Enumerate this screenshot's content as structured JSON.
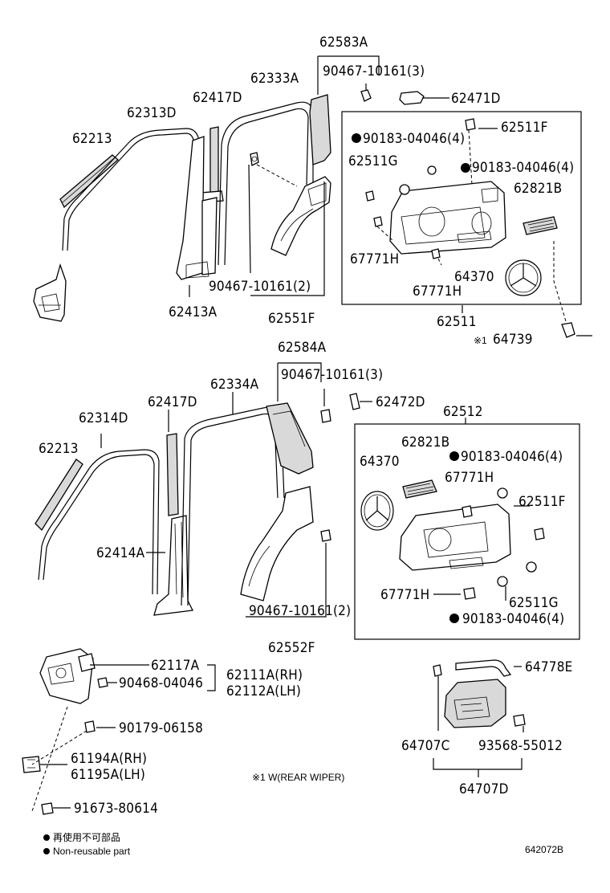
{
  "labels": {
    "p62583A": "62583A",
    "p90467_top": "90467-10161(3)",
    "p62333A": "62333A",
    "p62417D_top": "62417D",
    "p62313D": "62313D",
    "p62213_top": "62213",
    "p62471D": "62471D",
    "p90183_a": "90183-04046(4)",
    "p62511F_top": "62511F",
    "p62511G_top": "62511G",
    "p90183_b": "90183-04046(4)",
    "p62821B_top": "62821B",
    "p67771H_a": "67771H",
    "p64370_top": "64370",
    "p67771H_b": "67771H",
    "p90467_mid": "90467-10161(2)",
    "p62413A": "62413A",
    "p62551F": "62551F",
    "p62511": "62511",
    "p64739": "64739",
    "p62584A": "62584A",
    "p90467_mid2": "90467-10161(3)",
    "p62334A": "62334A",
    "p62417D_bot": "62417D",
    "p62472D": "62472D",
    "p62314D": "62314D",
    "p62512": "62512",
    "p62213_bot": "62213",
    "p62821B_bot": "62821B",
    "p64370_bot": "64370",
    "p90183_c": "90183-04046(4)",
    "p67771H_c": "67771H",
    "p62511F_bot": "62511F",
    "p62414A": "62414A",
    "p67771H_d": "67771H",
    "p62511G_bot": "62511G",
    "p90183_d": "90183-04046(4)",
    "p90467_bot": "90467-10161(2)",
    "p62552F": "62552F",
    "p62117A": "62117A",
    "p62111A": "62111A(RH)",
    "p90468": "90468-04046",
    "p62112A": "62112A(LH)",
    "p64778E": "64778E",
    "p90179": "90179-06158",
    "p64707C": "64707C",
    "p93568": "93568-55012",
    "p64707D": "64707D",
    "p61194A": "61194A(RH)",
    "p61195A": "61195A(LH)",
    "p91673": "91673-80614"
  },
  "note_rear_wiper": "※1 W(REAR WIPER)",
  "note_mark": "※1",
  "legend": {
    "non_reusable_jp": "再使用不可部品",
    "non_reusable_en": "Non-reusable part"
  },
  "diagram_code": "642072B",
  "colors": {
    "line": "#000000",
    "part_fill": "#ffffff",
    "shade": "#d9d9d9",
    "background": "#ffffff"
  }
}
